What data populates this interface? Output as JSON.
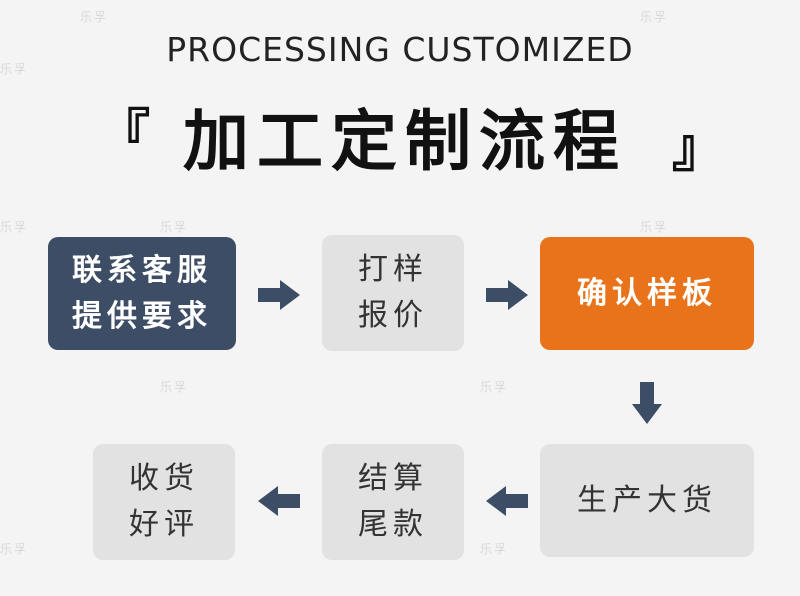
{
  "header": {
    "subtitle": "PROCESSING CUSTOMIZED",
    "open_bracket": "『",
    "title": "加工定制流程",
    "close_bracket": "』"
  },
  "steps": [
    {
      "label": "联系客服\n提供要求"
    },
    {
      "label": "打样\n报价"
    },
    {
      "label": "确认样板"
    },
    {
      "label": "生产大货"
    },
    {
      "label": "结算\n尾款"
    },
    {
      "label": "收货\n好评"
    }
  ],
  "watermark": "乐孚",
  "colors": {
    "dark": "#3d4d66",
    "orange": "#e8731a",
    "grey": "#e2e2e2",
    "arrow": "#3d4d66"
  }
}
